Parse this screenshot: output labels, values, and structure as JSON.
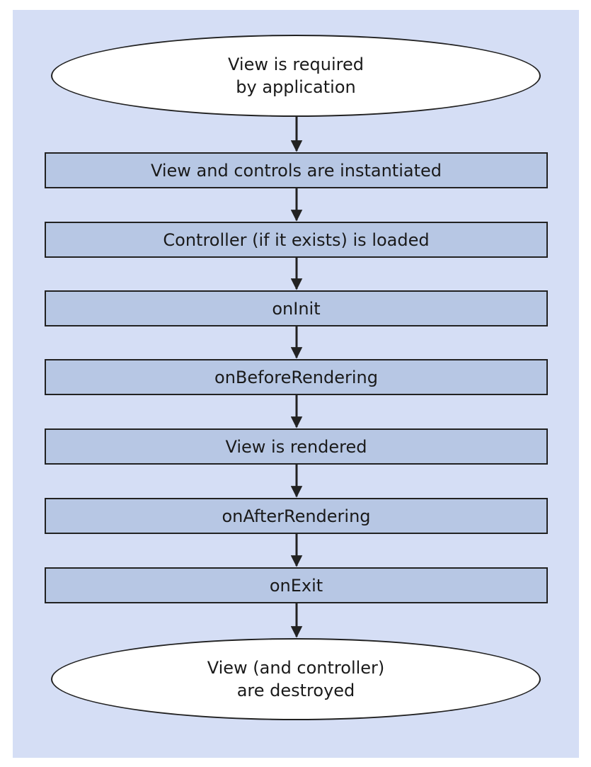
{
  "diagram": {
    "start": {
      "line1": "View is required",
      "line2": "by application"
    },
    "steps": [
      "View and controls are instantiated",
      "Controller (if it exists) is loaded",
      "onInit",
      "onBeforeRendering",
      "View is rendered",
      "onAfterRendering",
      "onExit"
    ],
    "end": {
      "line1": "View (and controller)",
      "line2": "are destroyed"
    }
  },
  "colors": {
    "background": "#d5def5",
    "step_fill": "#b7c7e4",
    "oval_fill": "#ffffff",
    "stroke": "#222222"
  }
}
